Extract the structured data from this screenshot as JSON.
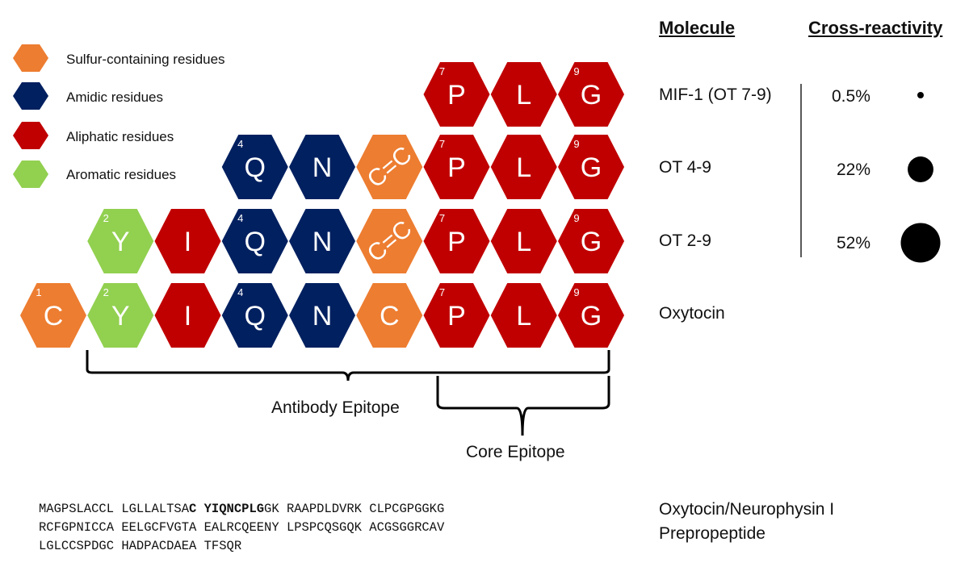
{
  "headers": {
    "molecule": "Molecule",
    "cross_reactivity": "Cross-reactivity"
  },
  "legend": [
    {
      "label": "Sulfur-containing residues",
      "color": "#ED7D31"
    },
    {
      "label": "Amidic residues",
      "color": "#002060"
    },
    {
      "label": "Aliphatic residues",
      "color": "#C00000"
    },
    {
      "label": "Aromatic residues",
      "color": "#92D050"
    }
  ],
  "rows": [
    {
      "molecule": "MIF-1 (OT 7-9)",
      "cross_reactivity": "0.5%",
      "cross_reactivity_value": 0.5,
      "residues": [
        {
          "p": 7,
          "aa": "P",
          "num": "7"
        },
        {
          "p": 8,
          "aa": "L",
          "num": ""
        },
        {
          "p": 9,
          "aa": "G",
          "num": "9"
        }
      ]
    },
    {
      "molecule": "OT 4-9",
      "cross_reactivity": "22%",
      "cross_reactivity_value": 22,
      "residues": [
        {
          "p": 4,
          "aa": "Q",
          "num": "4"
        },
        {
          "p": 5,
          "aa": "N",
          "num": ""
        },
        {
          "p": 6,
          "aa": "C=C",
          "num": ""
        },
        {
          "p": 7,
          "aa": "P",
          "num": "7"
        },
        {
          "p": 8,
          "aa": "L",
          "num": ""
        },
        {
          "p": 9,
          "aa": "G",
          "num": "9"
        }
      ]
    },
    {
      "molecule": "OT 2-9",
      "cross_reactivity": "52%",
      "cross_reactivity_value": 52,
      "residues": [
        {
          "p": 2,
          "aa": "Y",
          "num": "2"
        },
        {
          "p": 3,
          "aa": "I",
          "num": ""
        },
        {
          "p": 4,
          "aa": "Q",
          "num": "4"
        },
        {
          "p": 5,
          "aa": "N",
          "num": ""
        },
        {
          "p": 6,
          "aa": "C=C",
          "num": ""
        },
        {
          "p": 7,
          "aa": "P",
          "num": "7"
        },
        {
          "p": 8,
          "aa": "L",
          "num": ""
        },
        {
          "p": 9,
          "aa": "G",
          "num": "9"
        }
      ]
    },
    {
      "molecule": "Oxytocin",
      "cross_reactivity": "",
      "cross_reactivity_value": null,
      "residues": [
        {
          "p": 1,
          "aa": "C",
          "num": "1"
        },
        {
          "p": 2,
          "aa": "Y",
          "num": "2"
        },
        {
          "p": 3,
          "aa": "I",
          "num": ""
        },
        {
          "p": 4,
          "aa": "Q",
          "num": "4"
        },
        {
          "p": 5,
          "aa": "N",
          "num": ""
        },
        {
          "p": 6,
          "aa": "C",
          "num": ""
        },
        {
          "p": 7,
          "aa": "P",
          "num": "7"
        },
        {
          "p": 8,
          "aa": "L",
          "num": ""
        },
        {
          "p": 9,
          "aa": "G",
          "num": "9"
        }
      ]
    }
  ],
  "residue_classes": {
    "C": "sulfur",
    "C=C": "sulfur",
    "Y": "aromatic",
    "I": "aliphatic",
    "Q": "amidic",
    "N": "amidic",
    "P": "aliphatic",
    "L": "aliphatic",
    "G": "aliphatic"
  },
  "class_colors": {
    "sulfur": "#ED7D31",
    "amidic": "#002060",
    "aliphatic": "#C00000",
    "aromatic": "#92D050"
  },
  "labels": {
    "antibody_epitope": "Antibody Epitope",
    "core_epitope": "Core Epitope"
  },
  "sequence": {
    "lines": [
      {
        "before": "MAGPSLACCL LGLLALTSA",
        "bold": "C YIQNCPLG",
        "after": "GK RAAPDLDVRK CLPCGPGGKG"
      },
      {
        "before": "RCFGPNICCA EELGCFVGTA EALRCQEENY LPSPCQSGQK ACGSGGRCAV",
        "bold": "",
        "after": ""
      },
      {
        "before": "LGLCCSPDGC HADPACDAEA TFSQR",
        "bold": "",
        "after": ""
      }
    ],
    "name_line1": "Oxytocin/Neurophysin I",
    "name_line2": "Prepropeptide"
  }
}
